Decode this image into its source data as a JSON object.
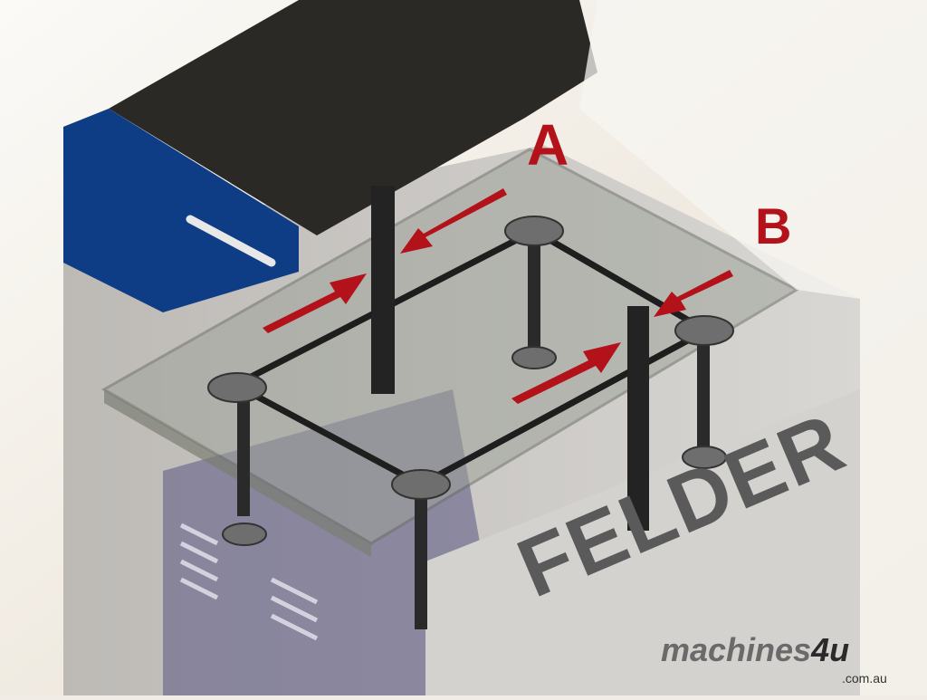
{
  "labels": {
    "a": "A",
    "b": "B"
  },
  "brand": "FELDER",
  "watermark": {
    "name": "machines",
    "four": "4u",
    "domain": ".com.au"
  },
  "colors": {
    "arrow": "#b3121a",
    "panel": "#0e3d86",
    "body": "#c9c6c2"
  }
}
